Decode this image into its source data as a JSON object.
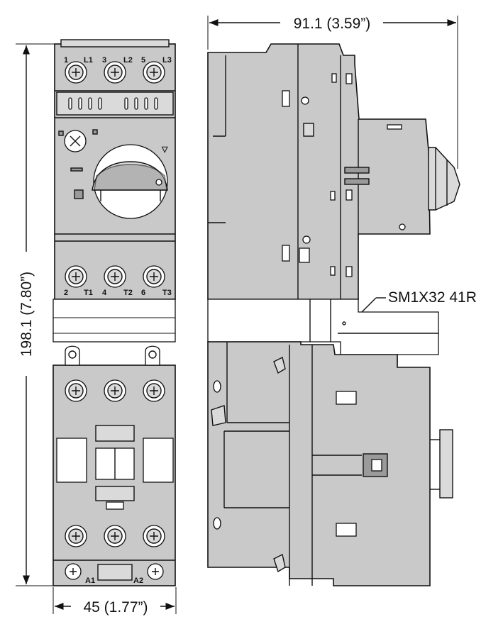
{
  "dimensions": {
    "width_label": "91.1 (3.59”)",
    "height_label": "198.1 (7.80”)",
    "depth_label": "45 (1.77”)"
  },
  "part_label": "SM1X32 41R",
  "terminals": {
    "top": [
      "1",
      "L1",
      "3",
      "L2",
      "5",
      "L3"
    ],
    "middle": [
      "2",
      "T1",
      "4",
      "T2",
      "6",
      "T3"
    ],
    "coil": [
      "A1",
      "A2"
    ]
  }
}
